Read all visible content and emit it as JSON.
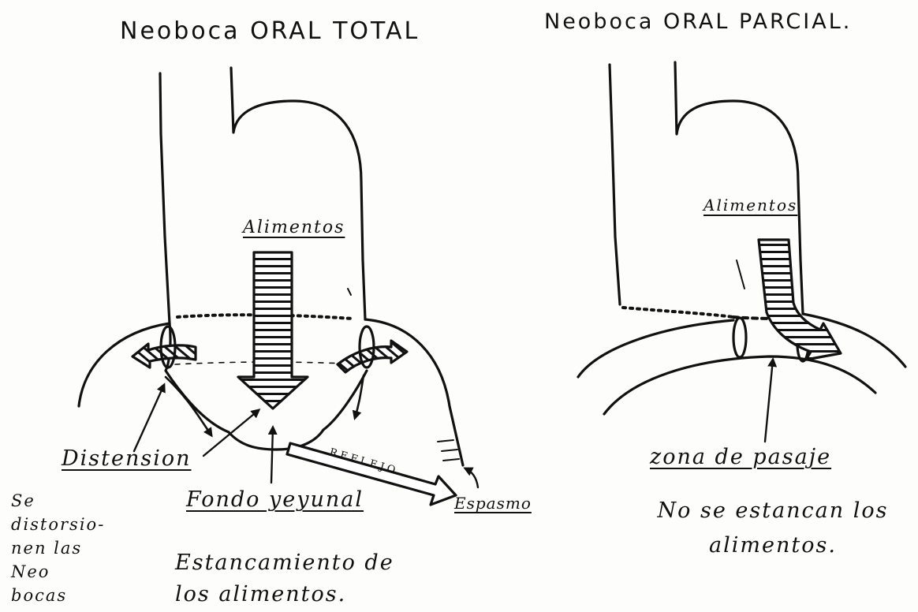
{
  "left_panel": {
    "title": "Neoboca ORAL TOTAL",
    "food_label": "Alimentos",
    "reflejo_label": "REFLEJO",
    "distension_label": "Distension",
    "distortion_note": "Se distorsio- nen las Neo bocas",
    "fondo_label": "Fondo yeyunal",
    "espasmo_label": "Espasmo",
    "stagnation_note": "Estancamiento de los alimentos."
  },
  "right_panel": {
    "title": "Neoboca ORAL PARCIAL.",
    "food_label": "Alimentos",
    "zone_label": "zona de pasaje",
    "no_stagnation_note": "No se estancan los alimentos."
  },
  "colors": {
    "ink": "#111111",
    "paper": "#fdfdfb"
  }
}
